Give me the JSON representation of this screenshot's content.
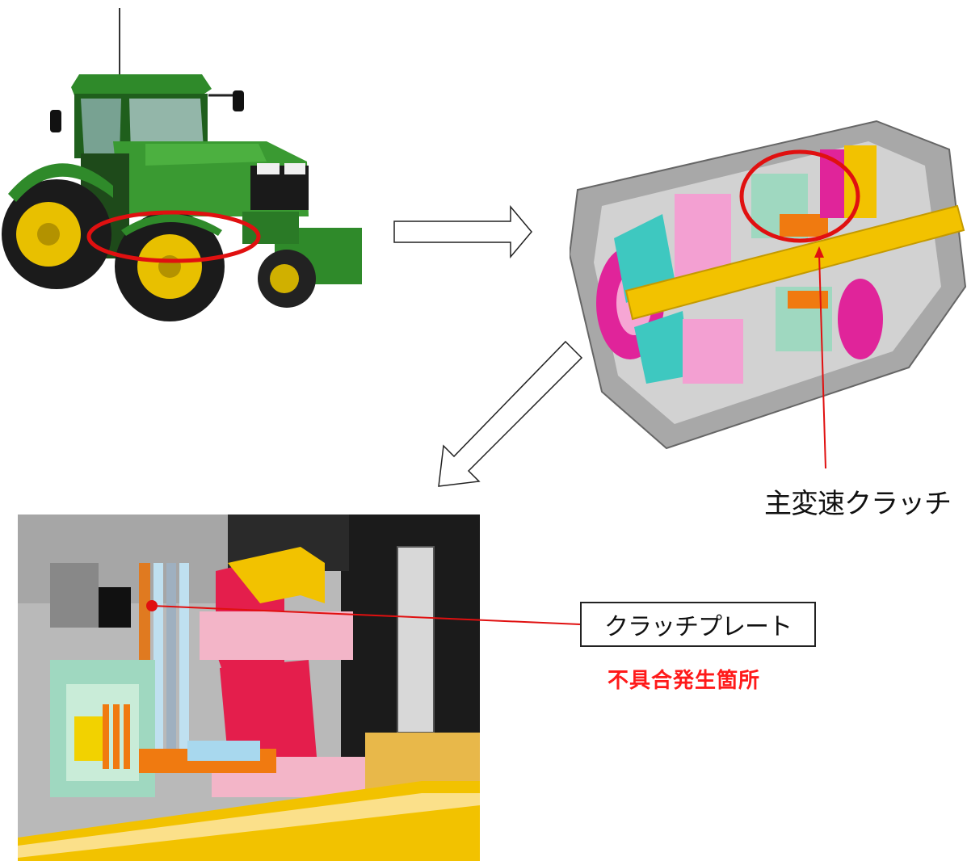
{
  "labels": {
    "main_clutch": "主変速クラッチ",
    "clutch_plate": "クラッチプレート",
    "failure_location": "不具合発生箇所"
  },
  "colors": {
    "tractor_green": "#2e7d2a",
    "wheel_yellow": "#e8c000",
    "highlight_red": "#e01010",
    "label_failure_red": "#ff1a1a",
    "housing_gray": "#9a9a9a",
    "shaft_yellow": "#f2c200",
    "gear_magenta": "#e0249a",
    "part_cyan": "#3ec8c0",
    "part_orange": "#f07a10",
    "part_pink": "#f3b5c8",
    "part_crimson": "#e41e4c",
    "part_mint": "#9fd8c0"
  },
  "icons": {
    "arrow_right": "hollow-right-arrow-icon",
    "arrow_down_left": "hollow-down-left-arrow-icon"
  }
}
